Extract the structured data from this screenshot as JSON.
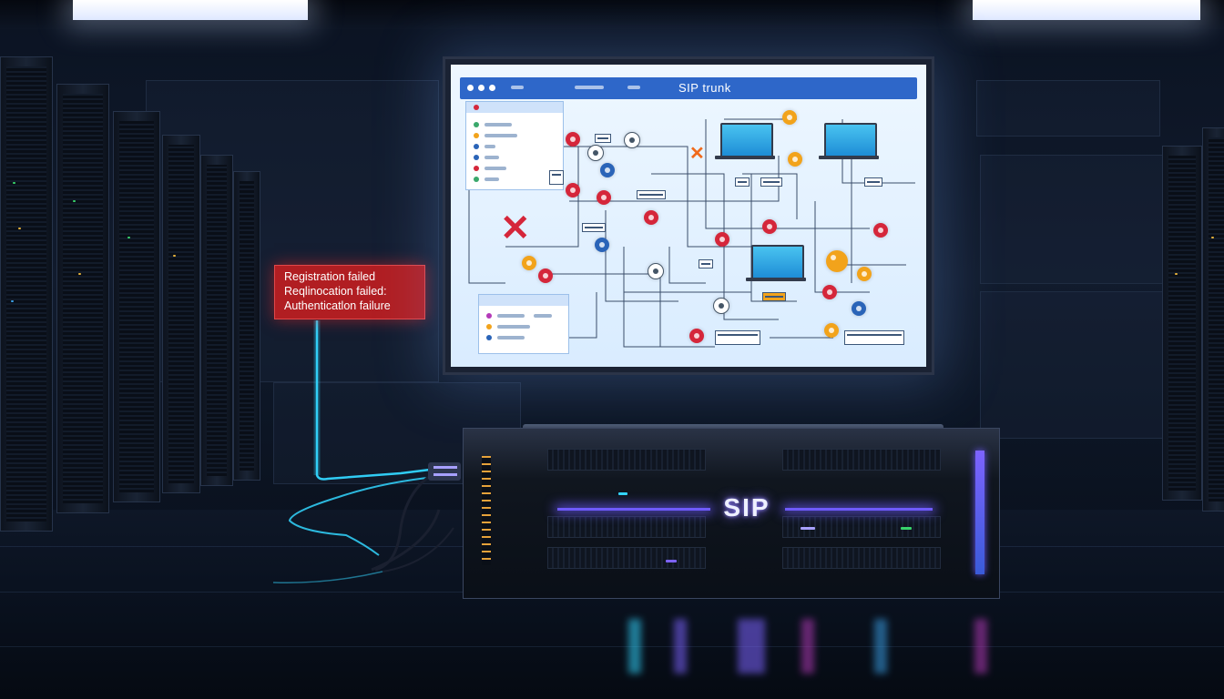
{
  "error_banner": {
    "line1": "Registration failed",
    "line2": "Reqlinocation failed:",
    "line3": "Authenticatlon failure"
  },
  "screen": {
    "title": "SIP trunk"
  },
  "server": {
    "label": "SIP"
  },
  "icons": {
    "error_x_large": "x-icon",
    "error_x_small": "x-icon",
    "device": "laptop-icon"
  },
  "colors": {
    "error_red": "#d5263a",
    "banner_red": "#b11e22",
    "cable_cyan": "#33d6ff",
    "sip_glow": "#6f5bff",
    "screen_bar": "#2e67c9"
  }
}
